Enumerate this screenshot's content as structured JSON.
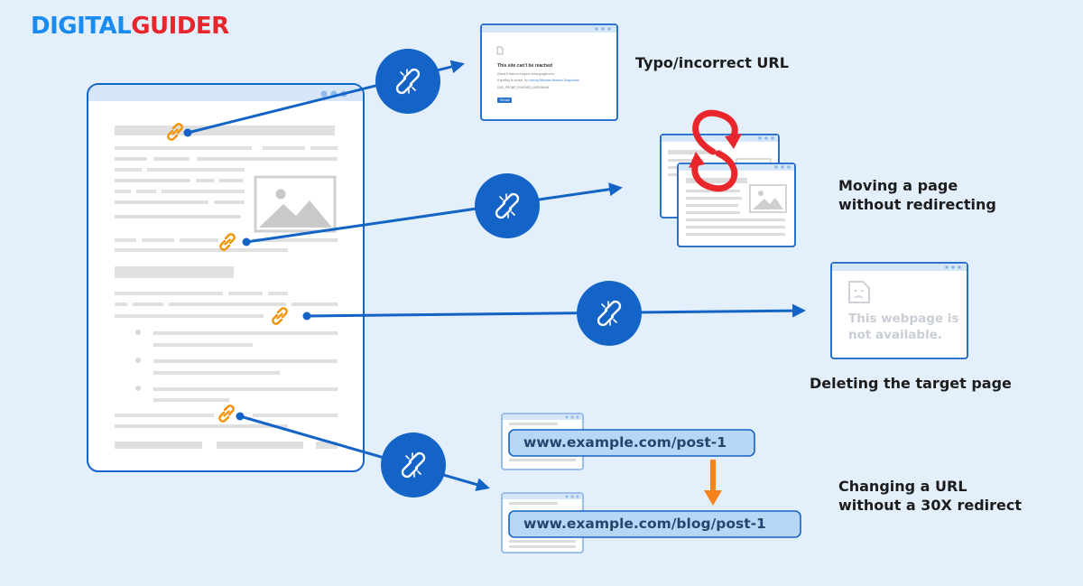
{
  "brand": {
    "part1": "DIGITAL",
    "part2": "GUIDER"
  },
  "causes": [
    {
      "label": "Typo/incorrect URL"
    },
    {
      "label_line1": "Moving a page",
      "label_line2": "without redirecting"
    },
    {
      "label": "Deleting the target page"
    },
    {
      "label_line1": "Changing a URL",
      "label_line2": "without a 30X redirect"
    }
  ],
  "error_page": {
    "title": "This site can't be reached",
    "line1": "Check if there is a typo in www.google.com.",
    "line2_prefix": "If spelling is correct, try ",
    "line2_link": "running Windows Network Diagnostics",
    "line3": "DNS_PROBE_FINISHED_NXDOMAIN",
    "button": "Reload"
  },
  "unavailable_page": {
    "line1": "This webpage is",
    "line2": "not available."
  },
  "urls": {
    "old": "www.example.com/post-1",
    "new": "www.example.com/blog/post-1"
  },
  "colors": {
    "background": "#e3f0fc",
    "accent_blue": "#1463c7",
    "link_orange": "#f29100",
    "redirect_red": "#e8262b",
    "arrow_orange": "#f5841f"
  }
}
